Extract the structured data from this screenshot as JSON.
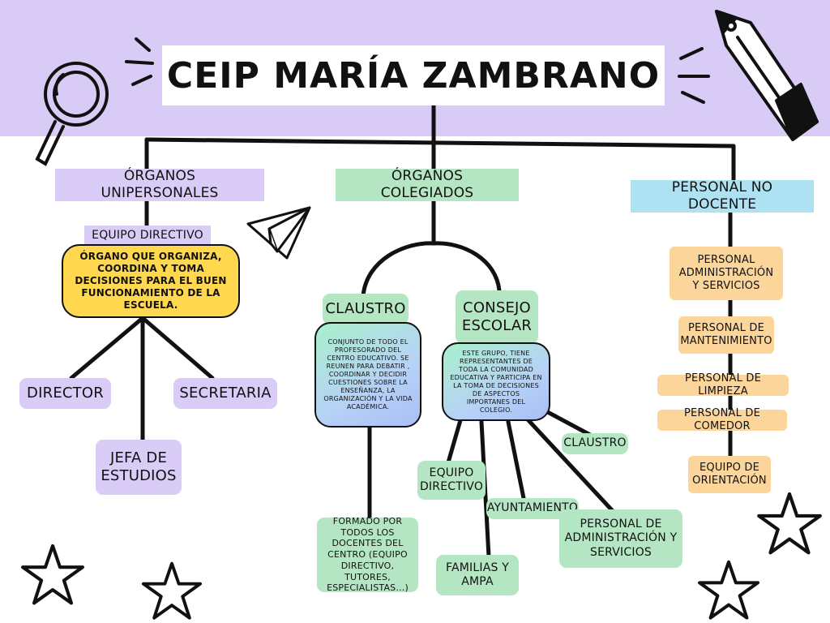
{
  "colors": {
    "band": "#d8ccf7",
    "purple": "#d9cdf7",
    "green": "#b5e6c4",
    "blue": "#aee2f2",
    "orange": "#fbd59a",
    "yellow": "#ffd84f",
    "ink": "#111111"
  },
  "icons": [
    "magnifier-icon",
    "pencil-icon",
    "paper-plane-icon",
    "star-icon",
    "sparkle-lines-icon"
  ],
  "title": "CEIP MARÍA ZAMBRANO",
  "unipersonales": {
    "heading": "ÓRGANOS UNIPERSONALES",
    "equipo_label": "EQUIPO DIRECTIVO",
    "equipo_desc": "ÓRGANO QUE ORGANIZA, COORDINA Y TOMA DECISIONES PARA EL BUEN FUNCIONAMIENTO DE LA ESCUELA.",
    "director": "DIRECTOR",
    "jefa": "JEFA DE ESTUDIOS",
    "secretaria": "SECRETARIA"
  },
  "colegiados": {
    "heading": "ÓRGANOS COLEGIADOS",
    "claustro": {
      "label": "CLAUSTRO",
      "desc": "CONJUNTO DE TODO EL PROFESORADO DEL CENTRO EDUCATIVO. SE REUNEN PARA DEBATIR , COORDINAR Y DECIDIR CUESTIONES SOBRE LA ENSEÑANZA, LA ORGANIZACIÓN Y LA VIDA ACADÉMICA.",
      "formado": "FORMADO POR TODOS LOS DOCENTES DEL CENTRO (EQUIPO DIRECTIVO, TUTORES, ESPECIALISTAS...)"
    },
    "consejo": {
      "label": "CONSEJO ESCOLAR",
      "desc": "ESTE GRUPO, TIENE REPRESENTANTES DE TODA LA COMUNIDAD EDUCATIVA Y PARTICIPA EN LA TOMA DE DECISIONES DE ASPECTOS IMPORTANES DEL COLEGIO.",
      "members": {
        "equipo_directivo": "EQUIPO DIRECTIVO",
        "familias": "FAMILIAS Y AMPA",
        "ayuntamiento": "AYUNTAMIENTO",
        "personal": "PERSONAL DE ADMINISTRACIÓN Y SERVICIOS",
        "claustro": "CLAUSTRO"
      }
    }
  },
  "no_docente": {
    "heading": "PERSONAL NO DOCENTE",
    "items": [
      "PERSONAL ADMINISTRACIÓN Y SERVICIOS",
      "PERSONAL DE MANTENIMIENTO",
      "PERSONAL DE LIMPIEZA",
      "PERSONAL DE COMEDOR",
      "EQUIPO DE ORIENTACIÓN"
    ]
  }
}
